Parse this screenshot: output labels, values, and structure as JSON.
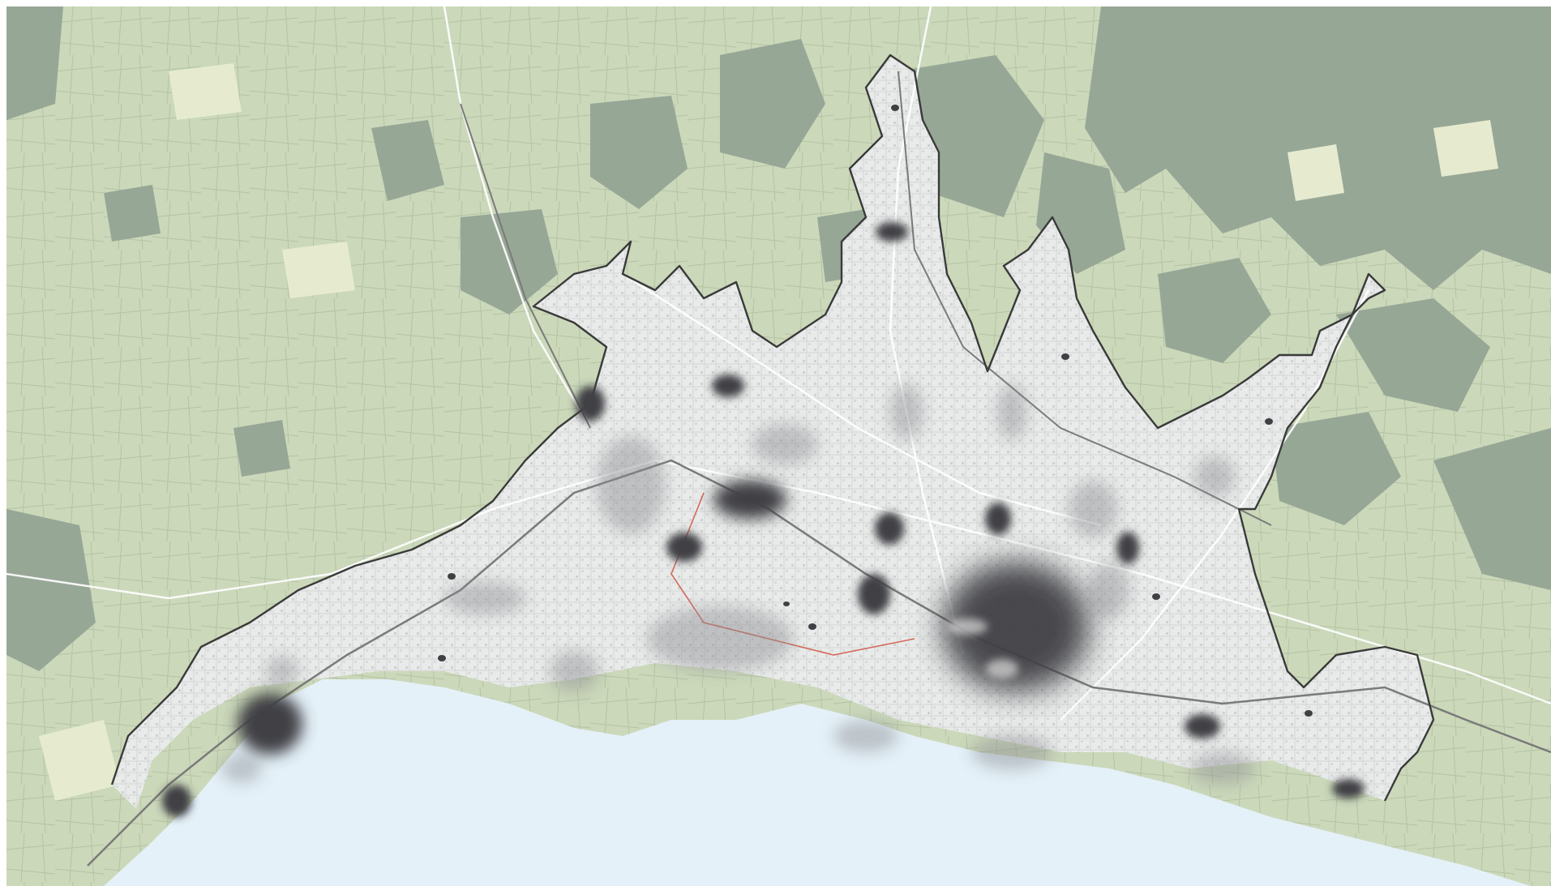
{
  "map": {
    "colors": {
      "countryside": "#cbd8ba",
      "forest": "#97a796",
      "field_light": "#e6ebcf",
      "urban": "#e9ebea",
      "lake": "#e4f1f8",
      "boundary": "#3a3a3a",
      "road": "#ffffff",
      "railway": "#7a7a7a",
      "hotspot_strong": "#404044",
      "hotspot_faint": "#8c8c92"
    },
    "layers": [
      "countryside",
      "forest",
      "urban-area",
      "lake",
      "municipal-boundary",
      "roads",
      "railway",
      "density-hotspots"
    ]
  }
}
